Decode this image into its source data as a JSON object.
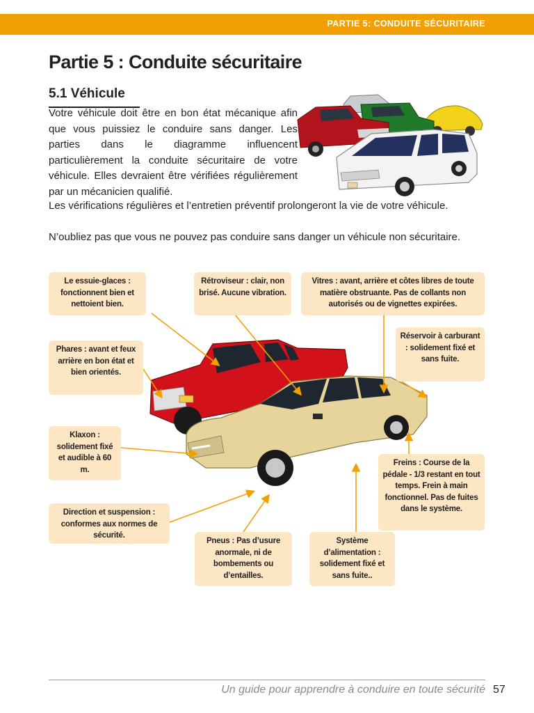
{
  "header": {
    "running_title": "PARTIE 5: CONDUITE SÉCURITAIRE"
  },
  "page_title": "Partie 5 : Conduite sécuritaire",
  "section": {
    "heading": "5.1  Véhicule"
  },
  "paragraphs": [
    "Votre véhicule doit être en bon état mécanique afin que vous puissiez le conduire sans danger. Les parties dans le diagramme influencent particulièrement la conduite sécuritaire de votre véhicule. Elles devraient être vérifiées régulièrement par un mécanicien qualifié.",
    "Les vérifications régulières et l’entretien préventif prolongeront la vie de votre véhicule.",
    "N’oubliez pas que vous ne pouvez pas conduire sans danger un véhicule non sécuritaire."
  ],
  "callouts": {
    "wipers": "Le essuie-glaces : fonctionnent bien et nettoient bien.",
    "mirror": "Rétroviseur : clair, non brisé. Aucune vibration.",
    "windows": "Vitres : avant, arrière et côtes libres de toute matière obstruante. Pas de collants non autorisés ou de vignettes expirées.",
    "fuel_tank": "Réservoir à carburant : solidement fixé et sans fuite.",
    "lights": "Phares : avant et feux arrière en bon état et bien orientés.",
    "horn": "Klaxon : solidement fixé et audible à 60 m.",
    "brakes": "Freins : Course de la pédale - 1/3 restant en tout temps. Frein à main fonctionnel. Pas de fuites dans le système.",
    "steering": "Direction et suspension : conformes aux normes de sécurité.",
    "tires": "Pneus : Pas d’usure anormale, ni de bombements ou d’entailles.",
    "fuel_system": "Système d’alimentation : solidement fixé et sans fuite.."
  },
  "footer": {
    "guide_title": "Un guide pour apprendre à conduire en toute sécurité",
    "page_number": "57"
  },
  "colors": {
    "accent": "#f0a000",
    "callout_bg": "#fde6c4",
    "arrow": "#f0a000",
    "text": "#231f20"
  }
}
